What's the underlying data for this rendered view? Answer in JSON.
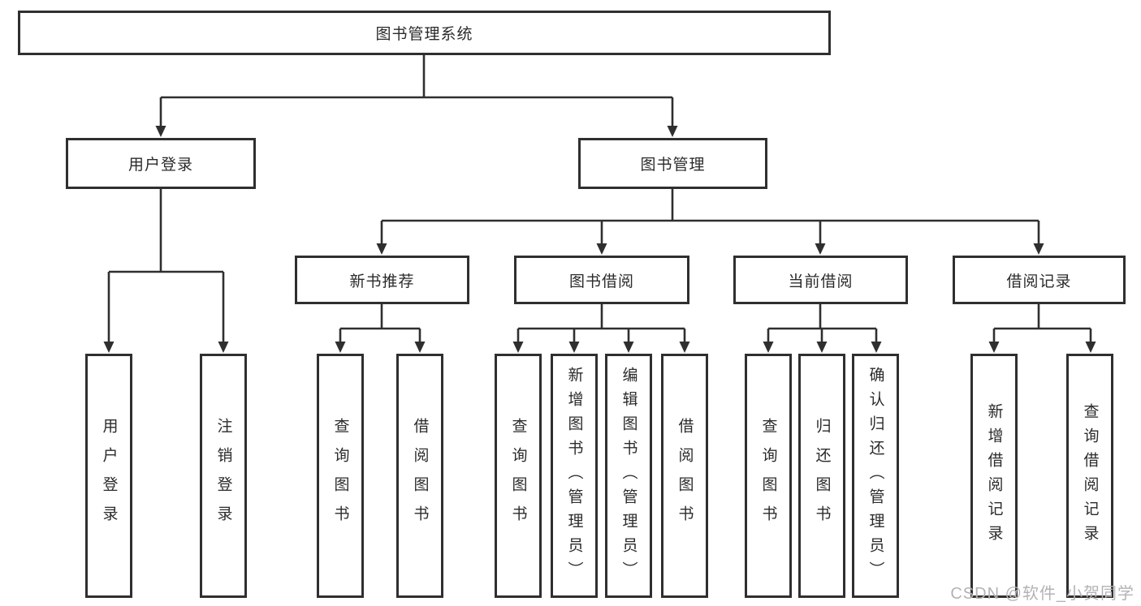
{
  "diagram": {
    "root": {
      "label": "图书管理系统"
    },
    "branches": [
      {
        "label": "用户登录",
        "children": [
          {
            "label": "用户登录"
          },
          {
            "label": "注销登录"
          }
        ]
      },
      {
        "label": "图书管理",
        "children": [
          {
            "label": "新书推荐",
            "children": [
              {
                "label": "查询图书"
              },
              {
                "label": "借阅图书"
              }
            ]
          },
          {
            "label": "图书借阅",
            "children": [
              {
                "label": "查询图书"
              },
              {
                "label": "新增图书（管理员）"
              },
              {
                "label": "编辑图书（管理员）"
              },
              {
                "label": "借阅图书"
              }
            ]
          },
          {
            "label": "当前借阅",
            "children": [
              {
                "label": "查询图书"
              },
              {
                "label": "归还图书"
              },
              {
                "label": "确认归还（管理员）"
              }
            ]
          },
          {
            "label": "借阅记录",
            "children": [
              {
                "label": "新增借阅记录"
              },
              {
                "label": "查询借阅记录"
              }
            ]
          }
        ]
      }
    ],
    "watermark": "CSDN @软件_小贺同学",
    "colors": {
      "line": "#2f2f2f",
      "text": "#2b2b2b",
      "watermark": "#b3b3b3",
      "background": "#ffffff"
    }
  }
}
